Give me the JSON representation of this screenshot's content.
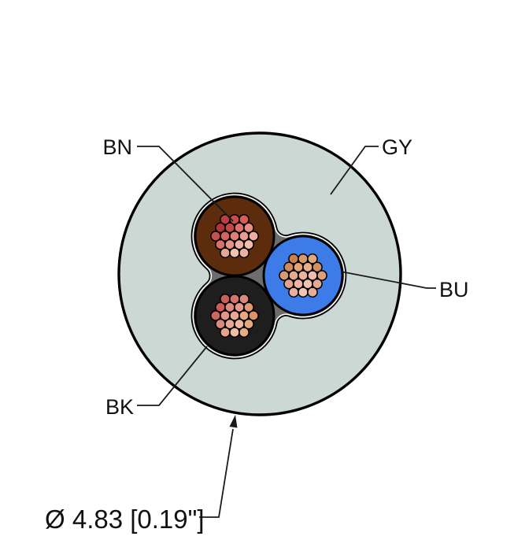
{
  "figure": {
    "type": "cable-cross-section",
    "dimension_label": "Ø 4.83 [0.19\"]",
    "background": "#ffffff",
    "outline_color": "#000000",
    "leader_color": "#1a1a1a",
    "jacket": {
      "label": "GY",
      "color": "#ccd8d4"
    },
    "filler_color": "#6d6d6d",
    "filler_line_color": "#ffffff",
    "conductors": [
      {
        "label": "BN",
        "insulation_color": "#5d2c0d",
        "strand_colors": [
          "#bd3d42",
          "#cb4b4b",
          "#d65e58",
          "#b2343a",
          "#c54648",
          "#da716c",
          "#e68e84",
          "#c4514f",
          "#d3635e",
          "#e07e76",
          "#ea9b90",
          "#efaca0",
          "#d5726b",
          "#e39488",
          "#edafa2",
          "#f1bead",
          "#e8a695",
          "#f2c5b3",
          "#e9b29b"
        ]
      },
      {
        "label": "BU",
        "insulation_color": "#3d7be8",
        "strand_colors": [
          "#c8814e",
          "#da9a68",
          "#e1a87c",
          "#d18a57",
          "#e2a478",
          "#e7b08a",
          "#d78f5f",
          "#da9a6e",
          "#e6ab8c",
          "#e9b39e",
          "#efbcad",
          "#df9f78",
          "#e2a38c",
          "#edb5a6",
          "#f1c1b1",
          "#e7aa90",
          "#e9b09e",
          "#f3c5b5",
          "#e8ad95"
        ]
      },
      {
        "label": "BK",
        "insulation_color": "#1e1e1e",
        "strand_colors": [
          "#c85f5b",
          "#d3746b",
          "#db897d",
          "#cd5a56",
          "#dc897f",
          "#e3998b",
          "#df996f",
          "#cf6560",
          "#e19487",
          "#e9a694",
          "#e7a881",
          "#dc9367",
          "#dc897d",
          "#e8a793",
          "#edb7a3",
          "#e5a77d",
          "#e7a38b",
          "#efbea7",
          "#e6ac84"
        ]
      }
    ]
  }
}
